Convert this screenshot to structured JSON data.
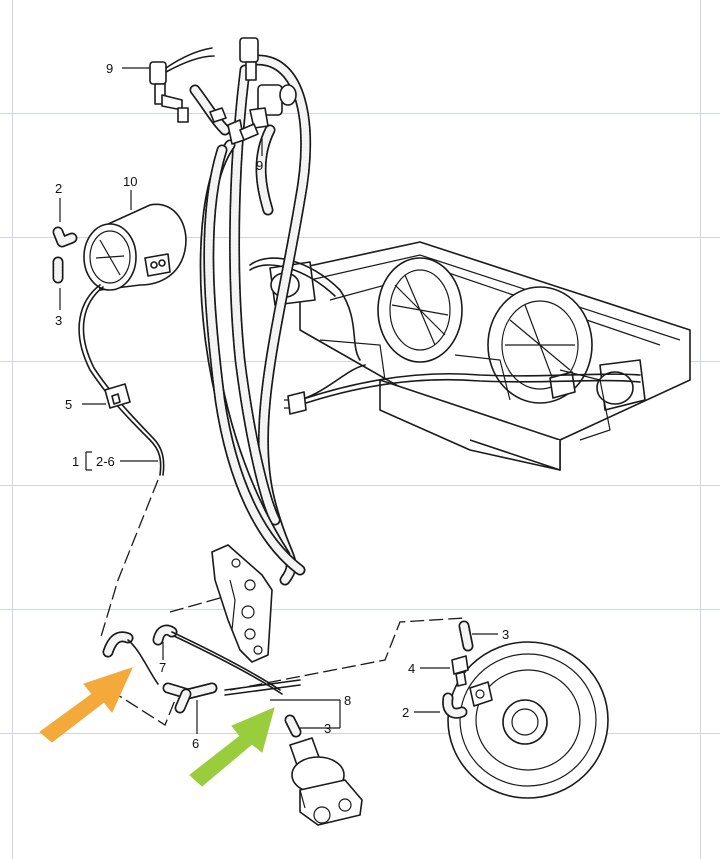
{
  "diagram": {
    "callouts": [
      {
        "id": "c9a",
        "text": "9"
      },
      {
        "id": "c9b",
        "text": "9"
      },
      {
        "id": "c10",
        "text": "10"
      },
      {
        "id": "c2a",
        "text": "2"
      },
      {
        "id": "c3a",
        "text": "3"
      },
      {
        "id": "c5",
        "text": "5"
      },
      {
        "id": "c1",
        "text": "1"
      },
      {
        "id": "c26",
        "text": "2-6"
      },
      {
        "id": "c7",
        "text": "7"
      },
      {
        "id": "c6",
        "text": "6"
      },
      {
        "id": "c8",
        "text": "8"
      },
      {
        "id": "c3b",
        "text": "3"
      },
      {
        "id": "c3c",
        "text": "3"
      },
      {
        "id": "c4",
        "text": "4"
      },
      {
        "id": "c2b",
        "text": "2"
      }
    ],
    "highlights": [
      {
        "name": "orange-arrow",
        "color": "#f4a93b"
      },
      {
        "name": "green-arrow",
        "color": "#9acd3c"
      }
    ],
    "grid_color": "#cfd6e0"
  }
}
